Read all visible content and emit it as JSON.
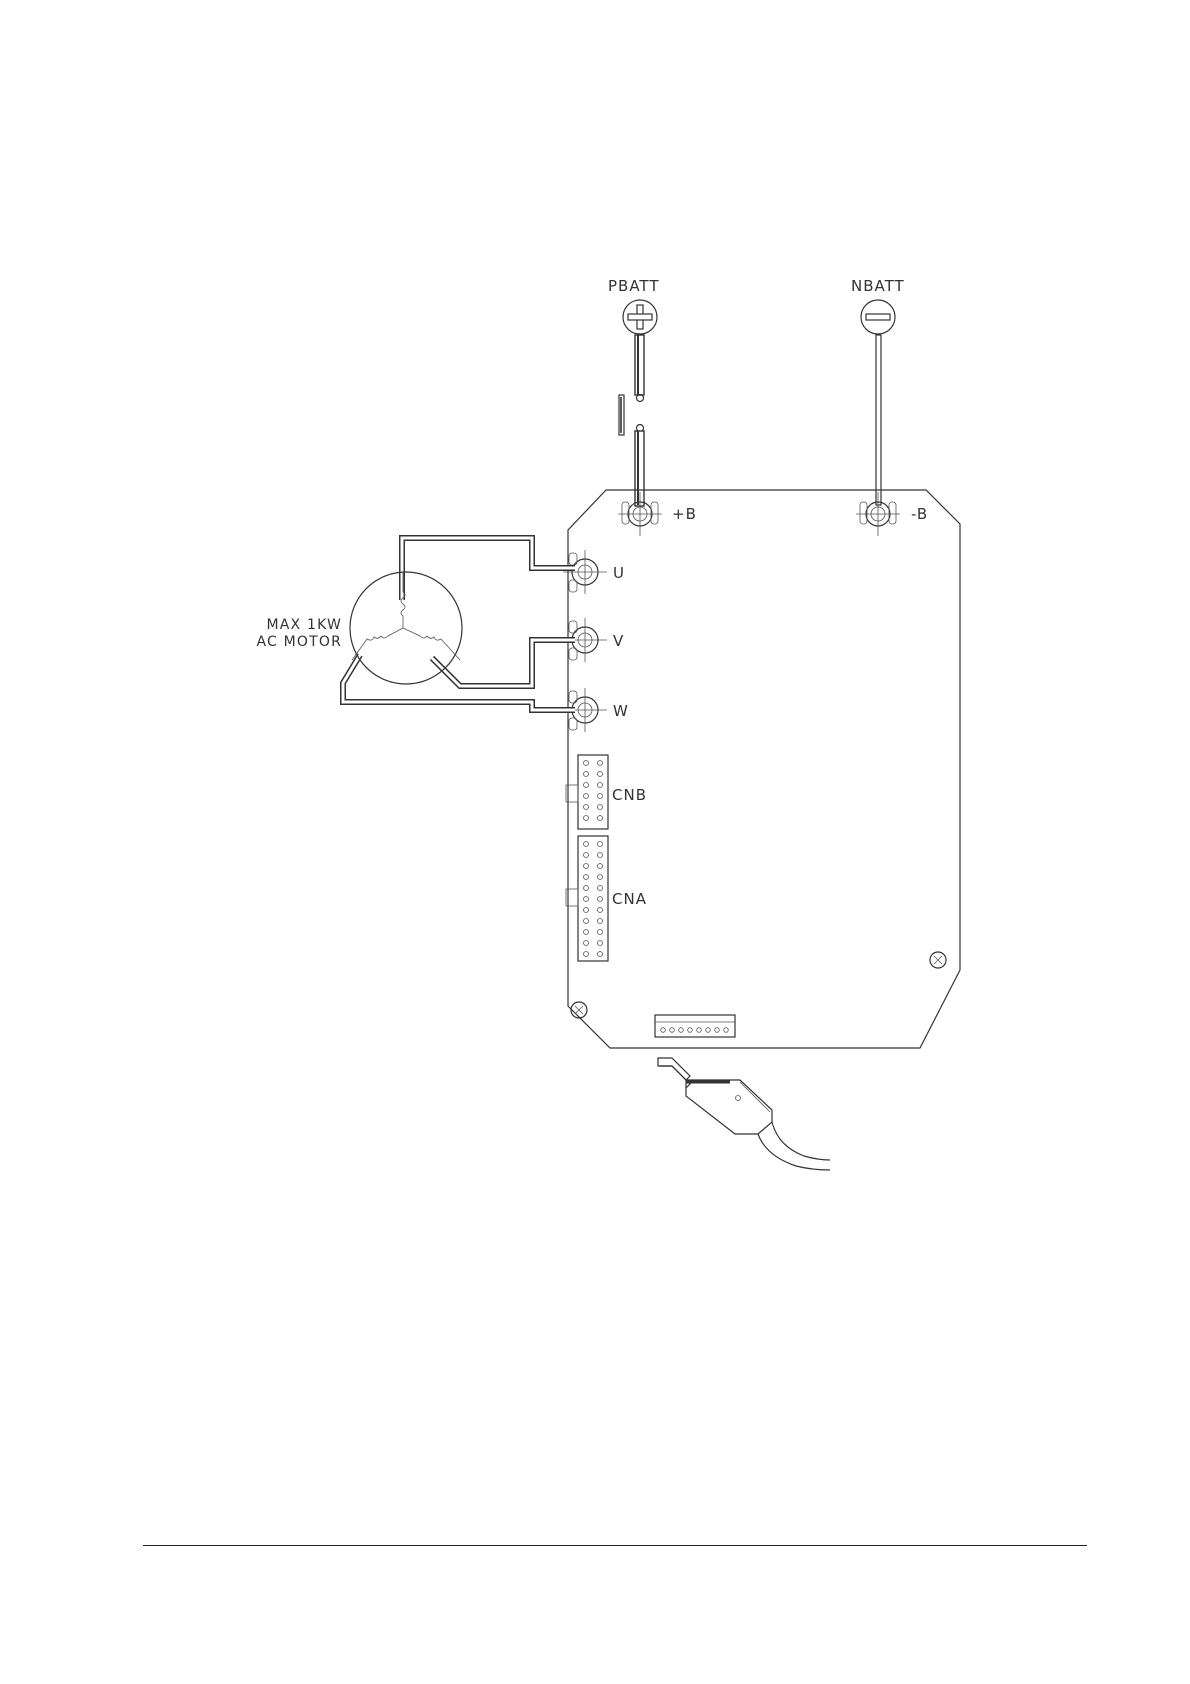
{
  "battery": {
    "positive_label": "PBATT",
    "negative_label": "NBATT"
  },
  "terminals": {
    "plus_b": "+B",
    "minus_b": "-B",
    "u": "U",
    "v": "V",
    "w": "W"
  },
  "motor": {
    "line1": "MAX 1KW",
    "line2": "AC MOTOR"
  },
  "connectors": {
    "cnb": "CNB",
    "cna": "CNA"
  },
  "icons": [
    "plus-icon",
    "minus-icon",
    "screw-icon",
    "usb-cable-icon"
  ]
}
